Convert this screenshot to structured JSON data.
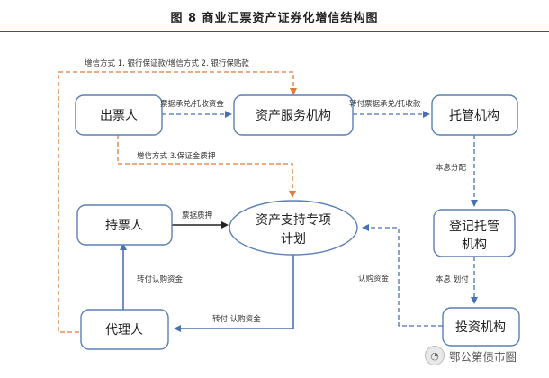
{
  "title": "图 8 商业汇票资产证券化增信结构图",
  "nodes": {
    "issuer": "出票人",
    "asset_service": "资产服务机构",
    "custodian": "托管机构",
    "holder": "持票人",
    "plan_line1": "资产支持专项",
    "plan_line2": "计划",
    "registrar_line1": "登记托管",
    "registrar_line2": "机构",
    "agent": "代理人",
    "investor": "投资机构"
  },
  "edges": {
    "credit_method_1_2": "增信方式 1. 银行保证款/增信方式 2. 银行保贴款",
    "bill_acceptance": "票据承兑/托收资金",
    "transfer_bill": "转付票据承兑/托收款",
    "credit_method_3": "增信方式 3.保证金质押",
    "interest_distribution": "本息分配",
    "bill_pledge": "票据质押",
    "subscription_transfer_up": "转付认购资金",
    "subscription_transfer_left": "转付 认购资金",
    "subscription": "认购资金",
    "principal_payment": "本息 划付"
  },
  "watermark": "鄂公第债市圈",
  "colors": {
    "title_rule": "#b22222",
    "box_stroke": "#5b7fb4",
    "orange_dashed": "#e07b39",
    "blue_dashed": "#4a72b0",
    "solid_arrow": "#222222"
  }
}
